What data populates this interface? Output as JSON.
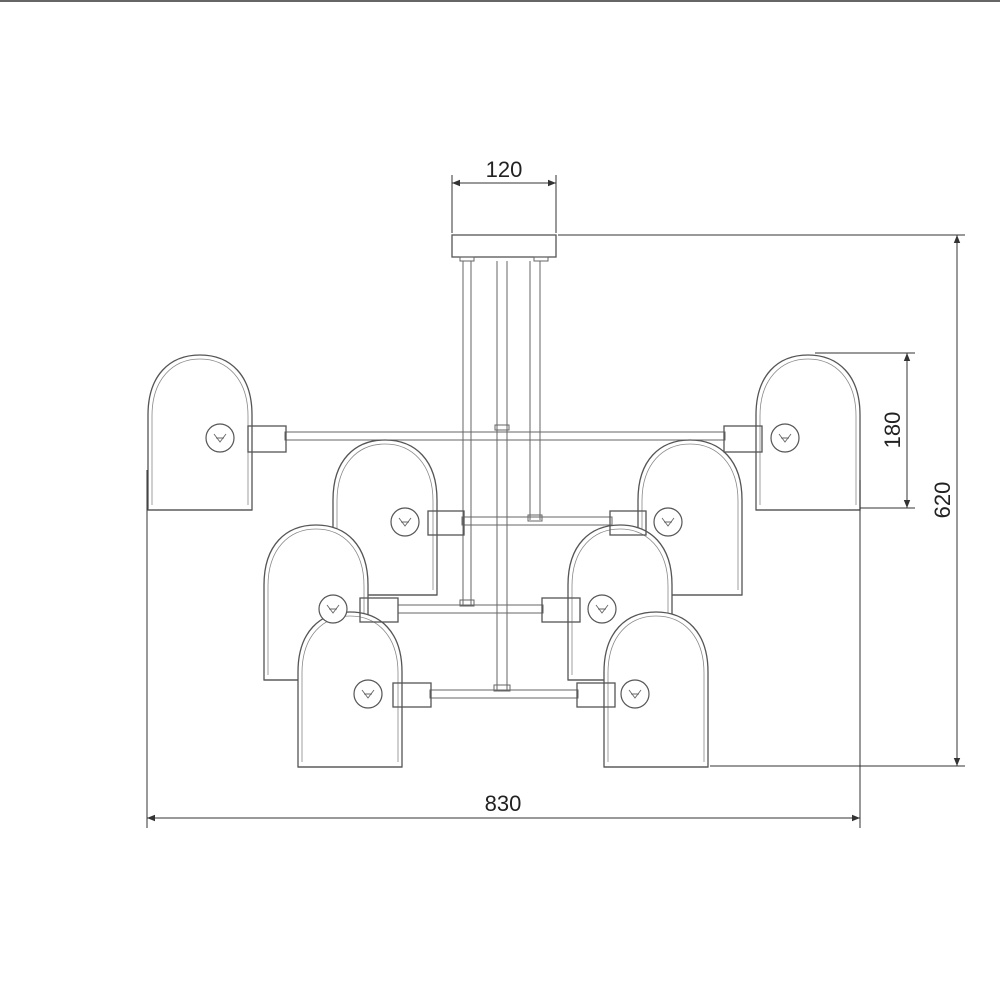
{
  "dimensions": {
    "canopy_width": "120",
    "shade_height": "180",
    "total_height": "620",
    "total_width": "830"
  },
  "colors": {
    "line": "#555555",
    "background": "#ffffff"
  }
}
